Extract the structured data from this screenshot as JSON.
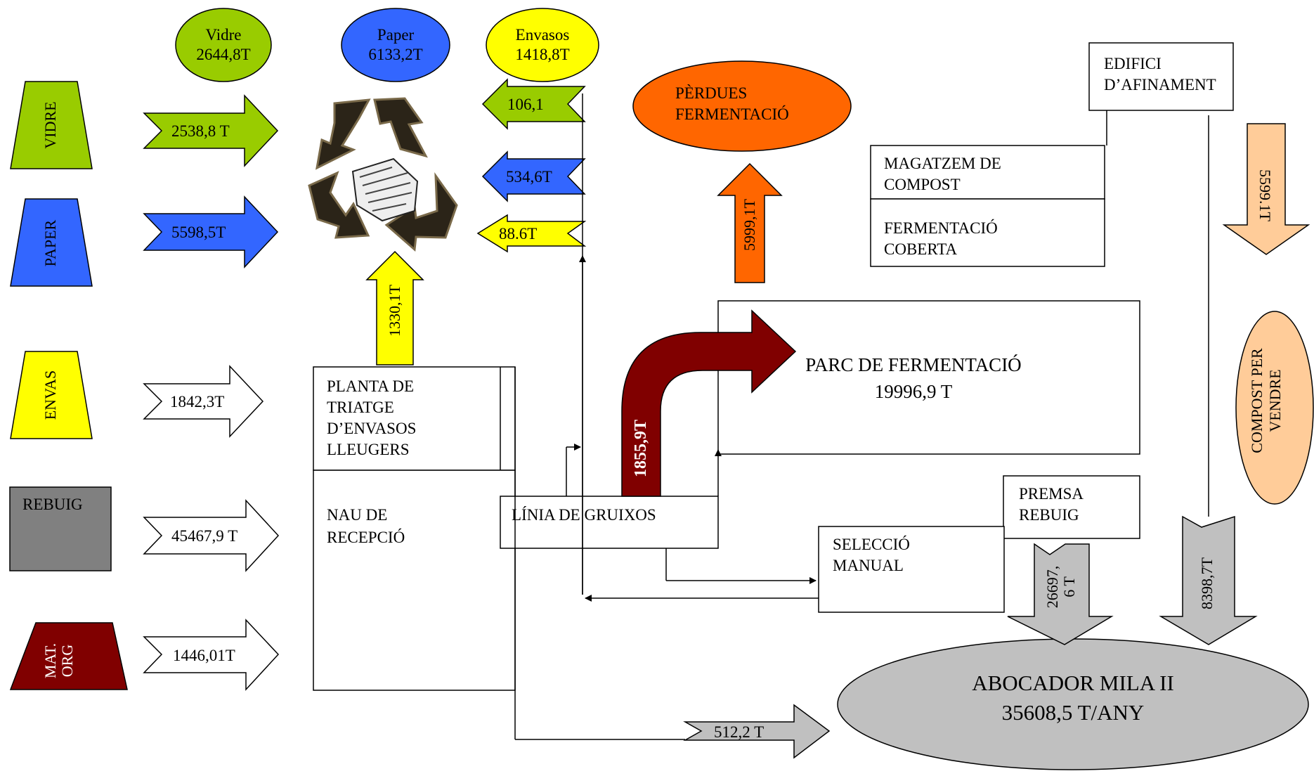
{
  "ovals": {
    "vidre": {
      "name": "Vidre",
      "value": "2644,8T",
      "color": "#99cc00"
    },
    "paper": {
      "name": "Paper",
      "value": "6133,2T",
      "color": "#3366ff"
    },
    "envasos": {
      "name": "Envasos",
      "value": "1418,8T",
      "color": "#ffff00"
    },
    "perdues": {
      "line1": "PÈRDUES",
      "line2": "FERMENTACIÓ",
      "color": "#ff6600"
    },
    "compost": {
      "line1": "COMPOST PER",
      "line2": "VENDRE",
      "color": "#ffcc99"
    },
    "abocador": {
      "line1": "ABOCADOR MILA II",
      "line2": "35608,5 T/ANY",
      "color": "#c0c0c0"
    }
  },
  "containers": {
    "vidre": {
      "label": "VIDRE",
      "color": "#99cc00"
    },
    "paper": {
      "label": "PAPER",
      "color": "#3366ff"
    },
    "envas": {
      "label": "ENVAS",
      "color": "#ffff00"
    },
    "rebuig": {
      "label": "REBUIG",
      "color": "#808080"
    },
    "matorg": {
      "line1": "MAT.",
      "line2": "ORG",
      "color": "#800000"
    }
  },
  "flows": {
    "vidre_in": "2538,8 T",
    "paper_in": "5598,5T",
    "envas_in": "1842,3T",
    "rebuig_in": "45467,9 T",
    "matorg_in": "1446,01T",
    "triatge_up": "1330,1T",
    "ret_vidre": "106,1",
    "ret_paper": "534,6T",
    "ret_envas": "88.6T",
    "perdues_up": "5999,1T",
    "curve": "1855,9T",
    "compost_down": "5599.1T",
    "premsa_down": "26697,\n6 T",
    "afinament_down": "8398,7T",
    "bottom": "512,2 T"
  },
  "boxes": {
    "edifici": {
      "line1": "EDIFICI",
      "line2": "D’AFINAMENT"
    },
    "magatzem": {
      "line1": "MAGATZEM DE",
      "line2": "COMPOST"
    },
    "fermentacio": {
      "line1": "FERMENTACIÓ",
      "line2": "COBERTA"
    },
    "parc": {
      "line1": "PARC DE FERMENTACIÓ",
      "line2": "19996,9 T"
    },
    "planta": {
      "l1": "PLANTA DE",
      "l2": "TRIATGE",
      "l3": "D’ENVASOS",
      "l4": "LLEUGERS"
    },
    "nau": {
      "line1": "NAU DE",
      "line2": "RECEPCIÓ"
    },
    "linia": "LÍNIA DE GRUIXOS",
    "premsa": {
      "line1": "PREMSA",
      "line2": "REBUIG"
    },
    "seleccio": {
      "line1": "SELECCIÓ",
      "line2": "MANUAL"
    }
  },
  "icons": {
    "recycle": "recycle-icon"
  }
}
